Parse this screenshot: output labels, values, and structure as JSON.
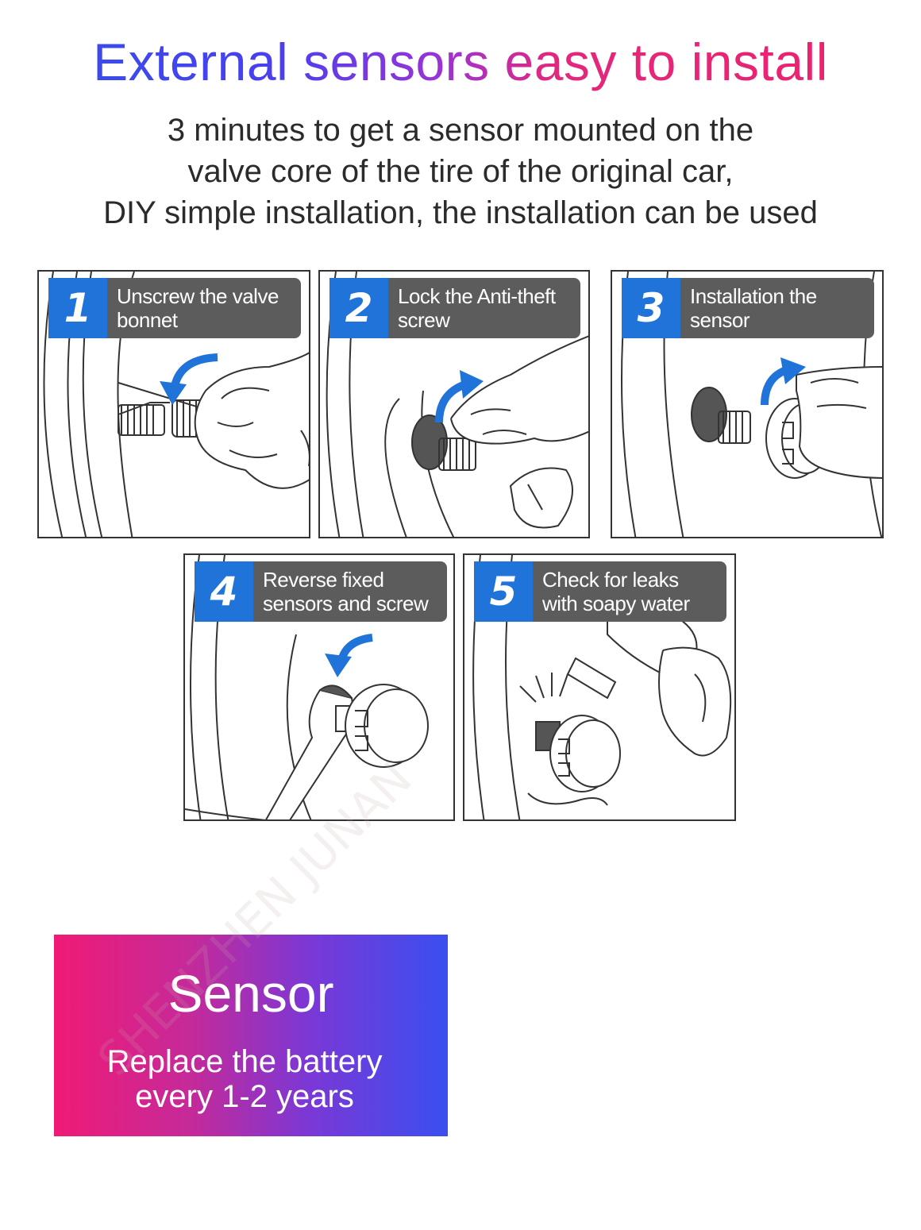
{
  "headline": "External sensors easy to install",
  "subtitle": {
    "line1": "3 minutes to get a sensor mounted on the",
    "line2": "valve core of the tire of the original car,",
    "line3": "DIY simple installation, the installation can be used"
  },
  "steps": [
    {
      "number": "1",
      "line1": "Unscrew the valve",
      "line2": "bonnet"
    },
    {
      "number": "2",
      "line1": "Lock the Anti-theft",
      "line2": "screw"
    },
    {
      "number": "3",
      "line1": "Installation the",
      "line2": "sensor"
    },
    {
      "number": "4",
      "line1": "Reverse fixed",
      "line2": "sensors and screw"
    },
    {
      "number": "5",
      "line1": "Check for leaks",
      "line2": " with soapy water"
    }
  ],
  "sensor_card": {
    "title": "Sensor",
    "line1": "Replace the battery",
    "line2": "every 1-2 years"
  },
  "watermark": "SHENZHEN JUNAN",
  "colors": {
    "step_blue": "#1f73d9",
    "step_gray": "#5c5c5c",
    "arrow_blue": "#1f73d9",
    "gradient_pink": "#f01a76",
    "gradient_blue": "#3a4ff0"
  }
}
